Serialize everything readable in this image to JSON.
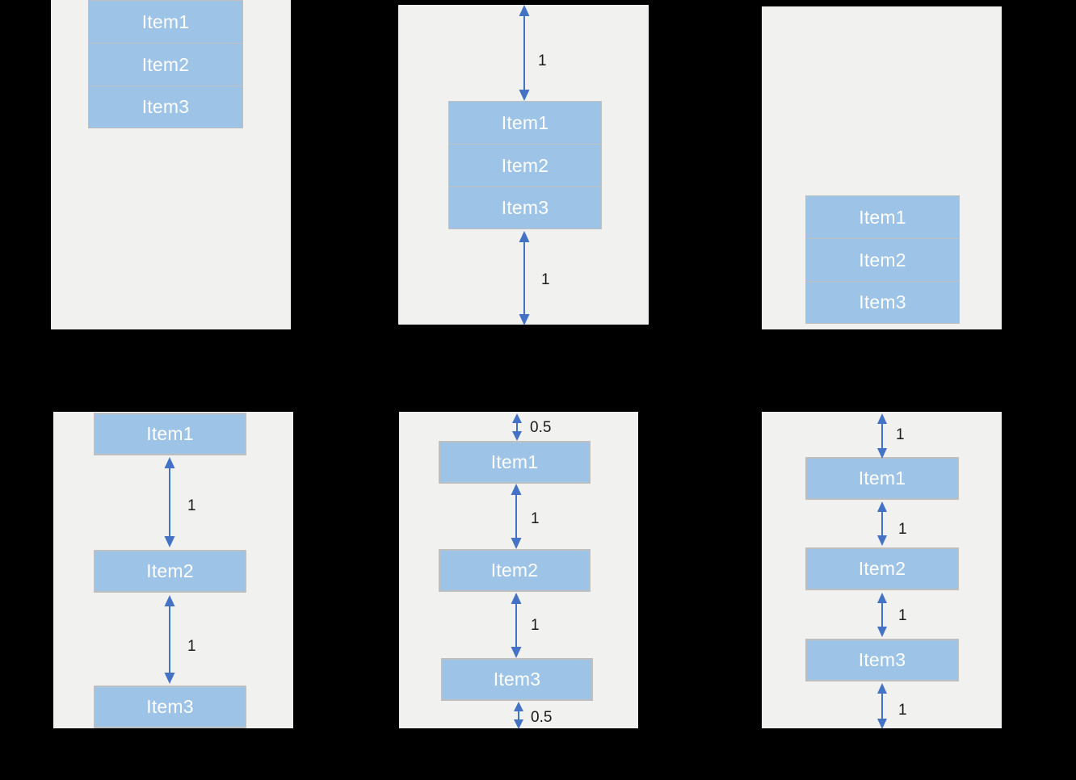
{
  "meta": {
    "background_color": "#000000",
    "panel_color": "#f1f1ef",
    "item_fill_color": "#9dc3e6",
    "item_border_color": "#bfbfbf",
    "item_text_color": "#ffffff",
    "arrow_color": "#4472c4",
    "label_text_color": "#1a1a1a"
  },
  "panels": [
    {
      "id": "panel-flex-start",
      "items": [
        "Item1",
        "Item2",
        "Item3"
      ],
      "gap_labels": []
    },
    {
      "id": "panel-center",
      "items": [
        "Item1",
        "Item2",
        "Item3"
      ],
      "gap_labels": [
        "1",
        "1"
      ]
    },
    {
      "id": "panel-flex-end",
      "items": [
        "Item1",
        "Item2",
        "Item3"
      ],
      "gap_labels": []
    },
    {
      "id": "panel-space-between",
      "items": [
        "Item1",
        "Item2",
        "Item3"
      ],
      "gap_labels": [
        "1",
        "1"
      ]
    },
    {
      "id": "panel-space-around",
      "items": [
        "Item1",
        "Item2",
        "Item3"
      ],
      "gap_labels": [
        "0.5",
        "1",
        "1",
        "0.5"
      ]
    },
    {
      "id": "panel-space-evenly",
      "items": [
        "Item1",
        "Item2",
        "Item3"
      ],
      "gap_labels": [
        "1",
        "1",
        "1",
        "1"
      ]
    }
  ],
  "p1": {
    "i1": "Item1",
    "i2": "Item2",
    "i3": "Item3"
  },
  "p2": {
    "i1": "Item1",
    "i2": "Item2",
    "i3": "Item3",
    "gap_top": "1",
    "gap_bottom": "1"
  },
  "p3": {
    "i1": "Item1",
    "i2": "Item2",
    "i3": "Item3"
  },
  "p4": {
    "i1": "Item1",
    "i2": "Item2",
    "i3": "Item3",
    "gap1": "1",
    "gap2": "1"
  },
  "p5": {
    "i1": "Item1",
    "i2": "Item2",
    "i3": "Item3",
    "gap_top": "0.5",
    "gap1": "1",
    "gap2": "1",
    "gap_bottom": "0.5"
  },
  "p6": {
    "i1": "Item1",
    "i2": "Item2",
    "i3": "Item3",
    "gap_top": "1",
    "gap1": "1",
    "gap2": "1",
    "gap_bottom": "1"
  }
}
